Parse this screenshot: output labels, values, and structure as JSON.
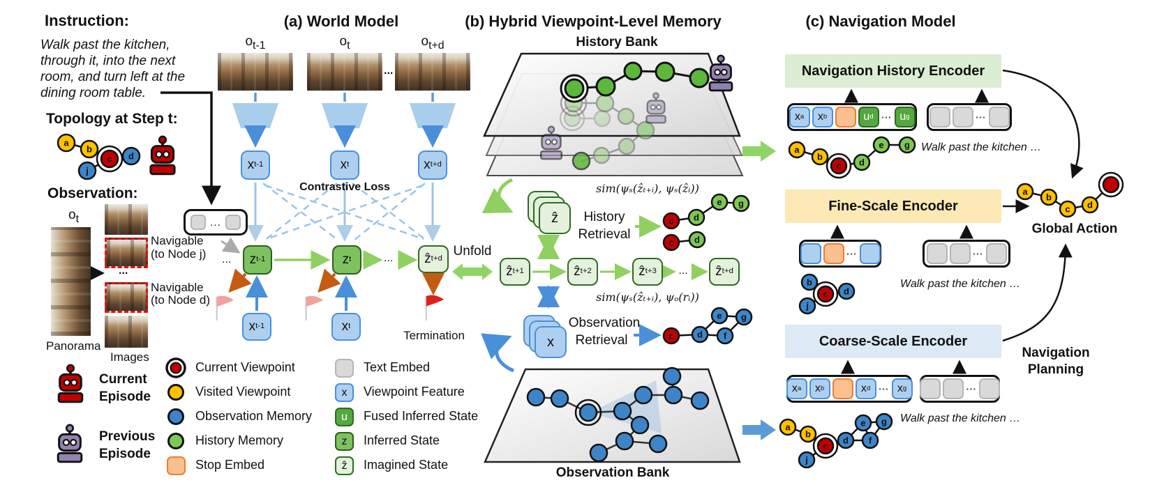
{
  "panel_titles": {
    "a": "(a) World Model",
    "b": "(b) Hybrid Viewpoint-Level Memory",
    "c": "(c) Navigation Model"
  },
  "left": {
    "instruction_heading": "Instruction:",
    "instruction_lines": [
      "Walk past the kitchen,",
      "through it, into the next",
      "room, and turn left at the",
      "dining room table."
    ],
    "topology_heading": "Topology at Step t:",
    "observation_heading": "Observation:",
    "obs_token": {
      "base": "o",
      "sub": "t"
    },
    "panorama_caption": "Panorama",
    "images_caption": "Images",
    "navigable_j": [
      "Navigable",
      "(to Node j)"
    ],
    "navigable_d": [
      "Navigable",
      "(to Node d)"
    ],
    "current_episode": [
      "Current",
      "Episode"
    ],
    "previous_episode": [
      "Previous",
      "Episode"
    ],
    "dots": "..."
  },
  "legend": {
    "col1": [
      {
        "label": "Current Viewpoint"
      },
      {
        "label": "Visited Viewpoint"
      },
      {
        "label": "Observation Memory"
      },
      {
        "label": "History Memory"
      },
      {
        "label": "Stop Embed"
      }
    ],
    "col2": [
      {
        "label": "Text Embed",
        "glyph": ""
      },
      {
        "label": "Viewpoint Feature",
        "glyph": "x"
      },
      {
        "label": "Fused Inferred State",
        "glyph": "u"
      },
      {
        "label": "Inferred State",
        "glyph": "z"
      },
      {
        "label": "Imagined State",
        "glyph": "ẑ"
      }
    ]
  },
  "world_model": {
    "obs_labels": [
      {
        "base": "o",
        "sub": "t-1"
      },
      {
        "base": "o",
        "sub": "t"
      },
      {
        "base": "o",
        "sub": "t+d"
      }
    ],
    "x_top": [
      {
        "base": "x",
        "sub": "t-1"
      },
      {
        "base": "x",
        "sub": "t"
      },
      {
        "base": "x",
        "sub": "t+d"
      }
    ],
    "contrastive_loss": "Contrastive Loss",
    "z_row": [
      {
        "base": "z",
        "sub": "t-1"
      },
      {
        "base": "z",
        "sub": "t"
      },
      {
        "base": "ẑ",
        "sub": "t+d"
      }
    ],
    "x_bottom": [
      {
        "base": "x",
        "sub": "t-1"
      },
      {
        "base": "x",
        "sub": "t"
      }
    ],
    "termination": "Termination",
    "dots": "..."
  },
  "memory": {
    "history_bank": "History Bank",
    "unfold": "Unfold",
    "sim_history": "sim(ψₛ(ẑₜ₊ᵢ), ψₛ(ẑᵢ))",
    "sim_observation": "sim(ψₛ(ẑₜ₊ᵢ), ψₒ(rᵢ))",
    "history_retrieval": [
      "History",
      "Retrieval"
    ],
    "observation_retrieval": [
      "Observation",
      "Retrieval"
    ],
    "zhat_stack_label": "ẑ",
    "x_stack_label": "x",
    "unfold_row": [
      {
        "base": "ẑ",
        "sub": "t+1"
      },
      {
        "base": "ẑ",
        "sub": "t+2"
      },
      {
        "base": "ẑ",
        "sub": "t+3"
      },
      {
        "base": "ẑ",
        "sub": "t+d"
      }
    ],
    "observation_bank": "Observation Bank",
    "dots": "..."
  },
  "navigation": {
    "history_encoder": "Navigation History Encoder",
    "fine_encoder": "Fine-Scale Encoder",
    "coarse_encoder": "Coarse-Scale Encoder",
    "global_action": "Global Action",
    "planning": [
      "Navigation",
      "Planning"
    ],
    "instruction_snippet": "Walk past the kitchen …",
    "history_tokens": [
      {
        "base": "x",
        "sub": "a"
      },
      {
        "base": "x",
        "sub": "b"
      },
      {
        "base": "u",
        "sub": "d"
      },
      {
        "base": "u",
        "sub": "g"
      }
    ],
    "coarse_tokens": [
      {
        "base": "x",
        "sub": "a"
      },
      {
        "base": "x",
        "sub": "b"
      },
      {
        "base": "x",
        "sub": "d"
      },
      {
        "base": "x",
        "sub": "g"
      }
    ],
    "dots": "⋯"
  },
  "graphs": {
    "topology": {
      "nodes": [
        {
          "label": "a",
          "type": "visited"
        },
        {
          "label": "b",
          "type": "visited"
        },
        {
          "label": "c",
          "type": "current"
        },
        {
          "label": "d",
          "type": "observation"
        },
        {
          "label": "j",
          "type": "observation"
        }
      ]
    },
    "history_retrieval_top": {
      "nodes": [
        {
          "label": "c",
          "type": "current"
        },
        {
          "label": "d",
          "type": "history"
        },
        {
          "label": "e",
          "type": "history"
        },
        {
          "label": "g",
          "type": "history"
        }
      ]
    },
    "history_retrieval_bottom": {
      "nodes": [
        {
          "label": "c",
          "type": "current"
        },
        {
          "label": "d",
          "type": "history"
        }
      ]
    },
    "observation_retrieval": {
      "nodes": [
        {
          "label": "c",
          "type": "current"
        },
        {
          "label": "d",
          "type": "observation"
        },
        {
          "label": "e",
          "type": "observation"
        },
        {
          "label": "g",
          "type": "observation"
        },
        {
          "label": "f",
          "type": "observation"
        }
      ]
    },
    "nav_history": {
      "nodes": [
        {
          "label": "a",
          "type": "visited"
        },
        {
          "label": "b",
          "type": "visited"
        },
        {
          "label": "c",
          "type": "current"
        },
        {
          "label": "d",
          "type": "history"
        },
        {
          "label": "e",
          "type": "history"
        },
        {
          "label": "g",
          "type": "history"
        }
      ]
    },
    "nav_fine": {
      "nodes": [
        {
          "label": "b",
          "type": "observation"
        },
        {
          "label": "c",
          "type": "current"
        },
        {
          "label": "d",
          "type": "observation"
        },
        {
          "label": "j",
          "type": "observation"
        }
      ]
    },
    "nav_coarse": {
      "nodes": [
        {
          "label": "a",
          "type": "visited"
        },
        {
          "label": "b",
          "type": "visited"
        },
        {
          "label": "c",
          "type": "current"
        },
        {
          "label": "j",
          "type": "observation"
        },
        {
          "label": "d",
          "type": "observation"
        },
        {
          "label": "e",
          "type": "observation"
        },
        {
          "label": "g",
          "type": "observation"
        },
        {
          "label": "f",
          "type": "observation"
        }
      ]
    },
    "global_action": {
      "nodes": [
        {
          "label": "a",
          "type": "visited"
        },
        {
          "label": "b",
          "type": "visited"
        },
        {
          "label": "c",
          "type": "visited"
        },
        {
          "label": "d",
          "type": "visited"
        },
        {
          "label": "",
          "type": "current"
        }
      ]
    }
  },
  "colors": {
    "current": "#C00000",
    "visited": "#FFC000",
    "observation": "#3D85C8",
    "history": "#7DC855",
    "accent_green": "#8FD060",
    "accent_blue": "#4A90D9",
    "accent_orange": "#C55A11"
  }
}
